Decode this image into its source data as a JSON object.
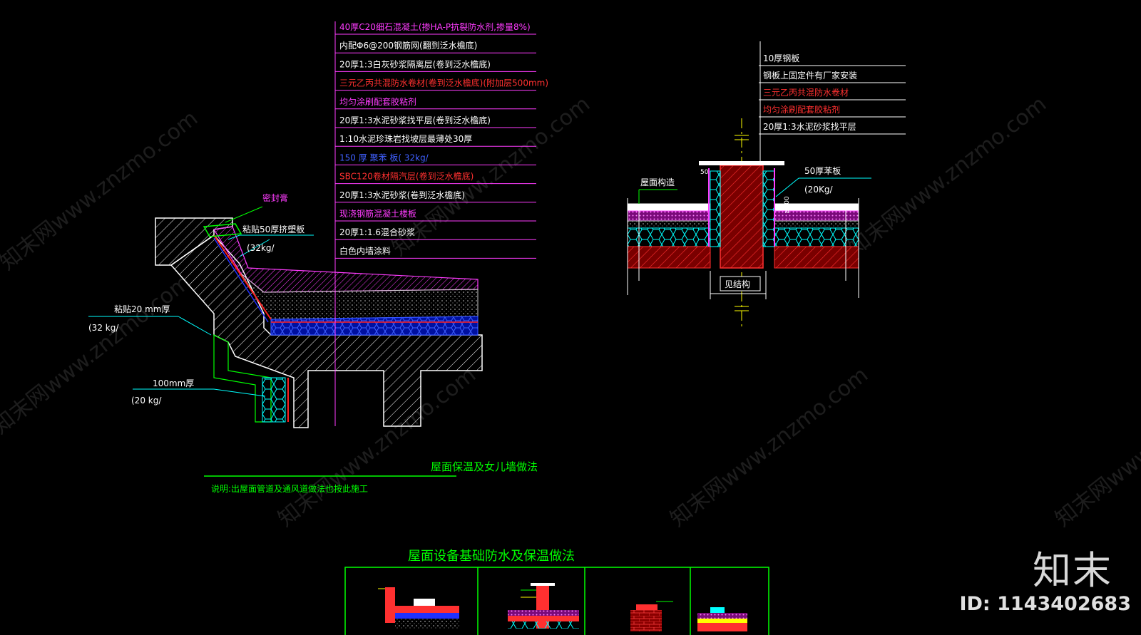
{
  "left_detail": {
    "layer_labels": [
      {
        "text": "40厚C20细石混凝土(掺HA-P抗裂防水剂,掺量8%)",
        "color": "#ff3cff"
      },
      {
        "text": "内配Φ6@200钢筋网(翻到泛水檐底)",
        "color": "#ffffff"
      },
      {
        "text": "20厚1:3白灰砂浆隔离层(卷到泛水檐底)",
        "color": "#ffffff"
      },
      {
        "text": "三元乙丙共混防水卷材(卷到泛水檐底)(附加层500mm)",
        "color": "#ff3030"
      },
      {
        "text": "均匀涂刷配套胶粘剂",
        "color": "#ff3cff"
      },
      {
        "text": "20厚1:3水泥砂浆找平层(卷到泛水檐底)",
        "color": "#ffffff"
      },
      {
        "text": "1:10水泥珍珠岩找坡层最薄处30厚",
        "color": "#ffffff"
      },
      {
        "text": "150  厚 聚苯 板(   32kg/",
        "color": "#4060ff"
      },
      {
        "text": "SBC120卷材隔汽层(卷到泛水檐底)",
        "color": "#ff3030"
      },
      {
        "text": "20厚1:3水泥砂浆(卷到泛水檐底)",
        "color": "#ffffff"
      },
      {
        "text": "现浇钢筋混凝土楼板",
        "color": "#ff3cff"
      },
      {
        "text": "20厚1:1.6混合砂浆",
        "color": "#ffffff"
      },
      {
        "text": "白色内墙涂料",
        "color": "#ffffff"
      }
    ],
    "sealant_label": "密封膏",
    "board50_label": "粘贴50厚挤塑板",
    "board50_density": "(32kg/",
    "board20_label": "粘贴20   mm厚",
    "board20_density": "(32   kg/",
    "board100_label": "100mm厚",
    "board100_density": "(20   kg/",
    "title": "屋面保温及女儿墙做法",
    "note": "说明:出屋面管道及通风道做法也按此施工"
  },
  "right_detail": {
    "layer_labels": [
      {
        "text": "10厚钢板",
        "color": "#ffffff"
      },
      {
        "text": "钢板上固定件有厂家安装",
        "color": "#ffffff"
      },
      {
        "text": "三元乙丙共混防水卷材",
        "color": "#ff3030"
      },
      {
        "text": "均匀涂刷配套胶粘剂",
        "color": "#ff3030"
      },
      {
        "text": "20厚1:3水泥砂浆找平层",
        "color": "#ffffff"
      }
    ],
    "roof_label": "屋面构造",
    "board_label": "50厚苯板",
    "board_density": "(20Kg/",
    "structure_label": "见结构",
    "dim_small": "50",
    "dim_right": "≥300"
  },
  "bottom_section": {
    "title": "屋面设备基础防水及保温做法"
  },
  "watermark_text": "知末网www.znzmo.com",
  "brand": "知末",
  "image_id": "ID: 1143402683",
  "colors": {
    "background": "#000000",
    "magenta": "#ff3cff",
    "green": "#00ff00",
    "cyan": "#00ffff",
    "red": "#ff2020",
    "blue": "#2030ff"
  }
}
